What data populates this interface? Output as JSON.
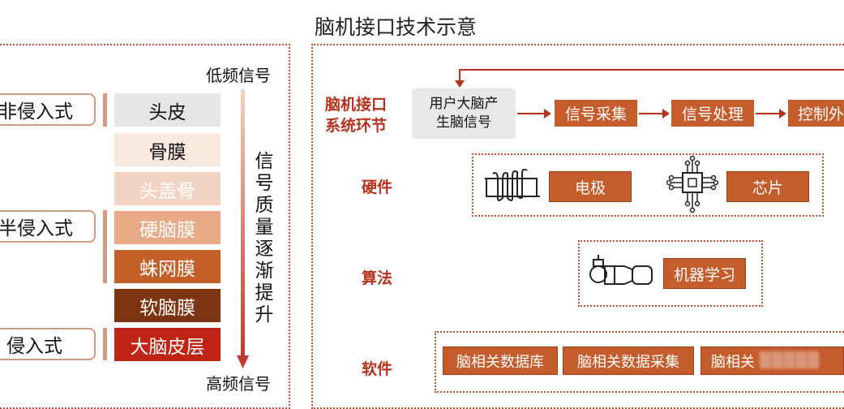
{
  "title": "脑机接口技术示意",
  "left": {
    "categories": {
      "non_invasive": "非侵入式",
      "semi_invasive": "半侵入式",
      "invasive": "侵入式"
    },
    "layers": [
      {
        "label": "头皮",
        "bg": "#e6e6e6",
        "fg": "#111111"
      },
      {
        "label": "骨膜",
        "bg": "#f8e8de",
        "fg": "#111111"
      },
      {
        "label": "头盖骨",
        "bg": "#f3d4c3",
        "fg": "#ffffff"
      },
      {
        "label": "硬脑膜",
        "bg": "#e8aa86",
        "fg": "#ffffff"
      },
      {
        "label": "蛛网膜",
        "bg": "#c35f28",
        "fg": "#ffffff"
      },
      {
        "label": "软脑膜",
        "bg": "#7d3410",
        "fg": "#ffffff"
      },
      {
        "label": "大脑皮层",
        "bg": "#bf2516",
        "fg": "#ffffff"
      }
    ],
    "low_freq": "低频信号",
    "high_freq": "高频信号",
    "quality_text": "信号质量逐渐提升",
    "bar_color_top": "#f2d2c2",
    "bar_color_bottom": "#c0392b"
  },
  "right": {
    "system_label_line1": "脑机接口",
    "system_label_line2": "系统环节",
    "user_line1": "用户大脑产",
    "user_line2": "生脑信号",
    "pipeline": [
      "信号采集",
      "信号处理",
      "控制外"
    ],
    "hardware_label": "硬件",
    "electrode": "电极",
    "chip": "芯片",
    "algorithm_label": "算法",
    "ml": "机器学习",
    "software_label": "软件",
    "software_items": [
      "脑相关数据库",
      "脑相关数据采集",
      "脑相关"
    ],
    "accent_color": "#c55c2c",
    "label_color": "#b5331e"
  }
}
